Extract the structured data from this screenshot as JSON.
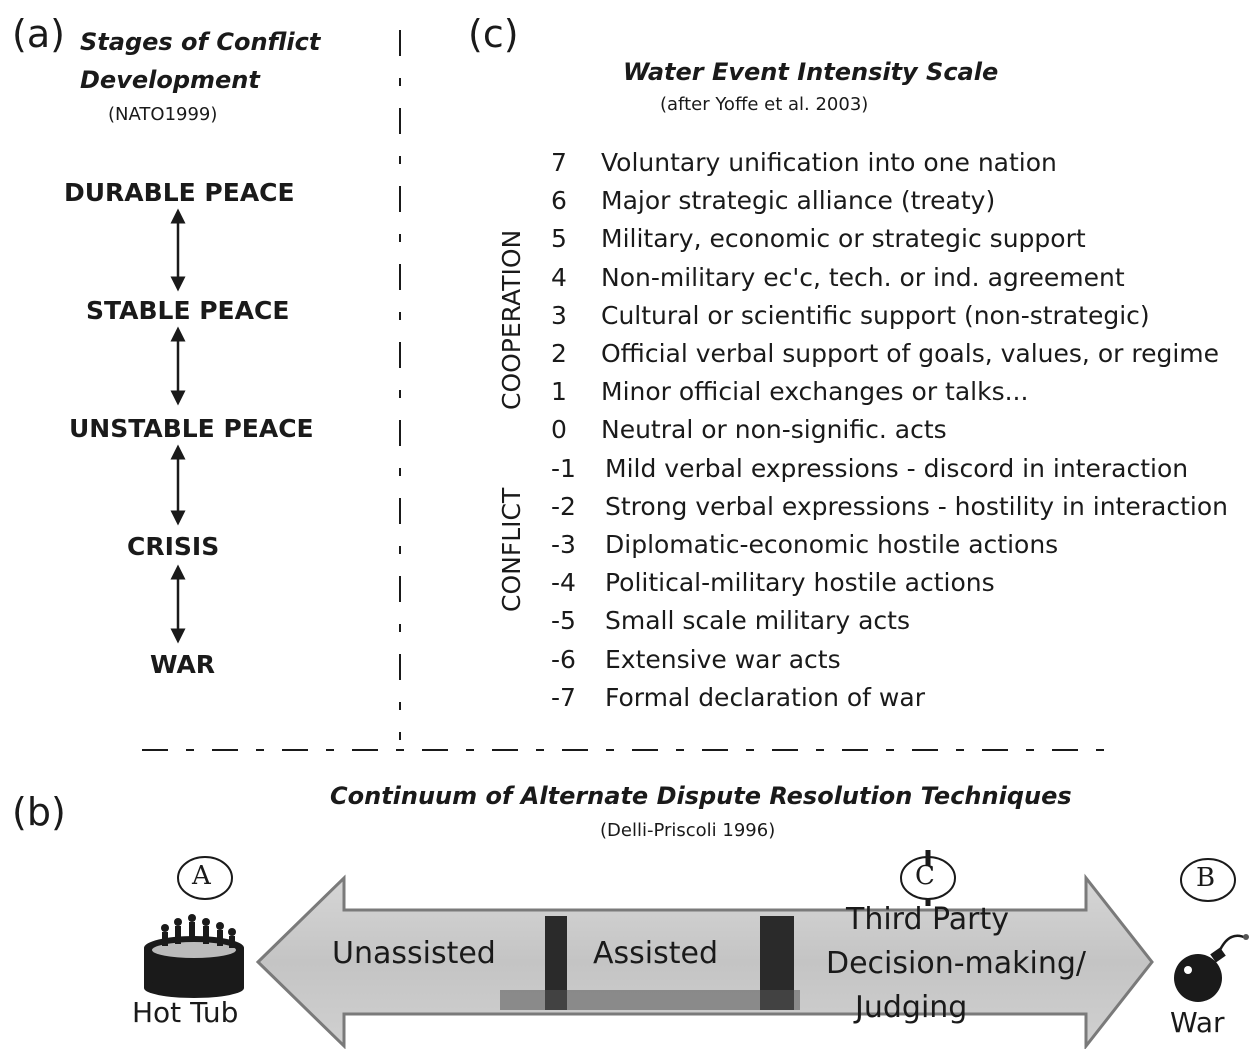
{
  "panel_a": {
    "letter": "(a)",
    "title_line1": "Stages of Conflict",
    "title_line2": "Development",
    "source": "(NATO1999)",
    "stages": [
      "DURABLE PEACE",
      "STABLE PEACE",
      "UNSTABLE PEACE",
      "CRISIS",
      "WAR"
    ]
  },
  "panel_c": {
    "letter": "(c)",
    "title": "Water Event Intensity Scale",
    "source": "(after Yoffe et al. 2003)",
    "label_cooperation": "COOPERATION",
    "label_conflict": "CONFLICT",
    "scale": [
      {
        "value": "7",
        "text": "Voluntary unification into one nation"
      },
      {
        "value": "6",
        "text": "Major strategic alliance (treaty)"
      },
      {
        "value": "5",
        "text": "Military, economic or strategic support"
      },
      {
        "value": "4",
        "text": "Non-military ec'c, tech. or ind. agreement"
      },
      {
        "value": "3",
        "text": "Cultural or scientific support (non-strategic)"
      },
      {
        "value": "2",
        "text": "Official verbal support of goals, values, or regime"
      },
      {
        "value": "1",
        "text": "Minor official exchanges or talks..."
      },
      {
        "value": "0",
        "text": "Neutral or non-signific. acts"
      },
      {
        "value": "-1",
        "text": "Mild verbal expressions - discord in interaction"
      },
      {
        "value": "-2",
        "text": "Strong verbal expressions - hostility in interaction"
      },
      {
        "value": "-3",
        "text": "Diplomatic-economic hostile actions"
      },
      {
        "value": "-4",
        "text": "Political-military hostile actions"
      },
      {
        "value": "-5",
        "text": "Small scale military acts"
      },
      {
        "value": "-6",
        "text": "Extensive war acts"
      },
      {
        "value": "-7",
        "text": "Formal declaration of war"
      }
    ]
  },
  "panel_b": {
    "letter": "(b)",
    "title": "Continuum of Alternate Dispute Resolution Techniques",
    "source": "(Delli-Priscoli 1996)",
    "marker_a": "A",
    "marker_b": "B",
    "marker_c": "C",
    "left_caption": "Hot Tub",
    "right_caption": "War",
    "segment_1": "Unassisted",
    "segment_2": "Assisted",
    "segment_3_line1": "Third Party",
    "segment_3_line2": "Decision-making/",
    "segment_3_line3": "Judging"
  }
}
